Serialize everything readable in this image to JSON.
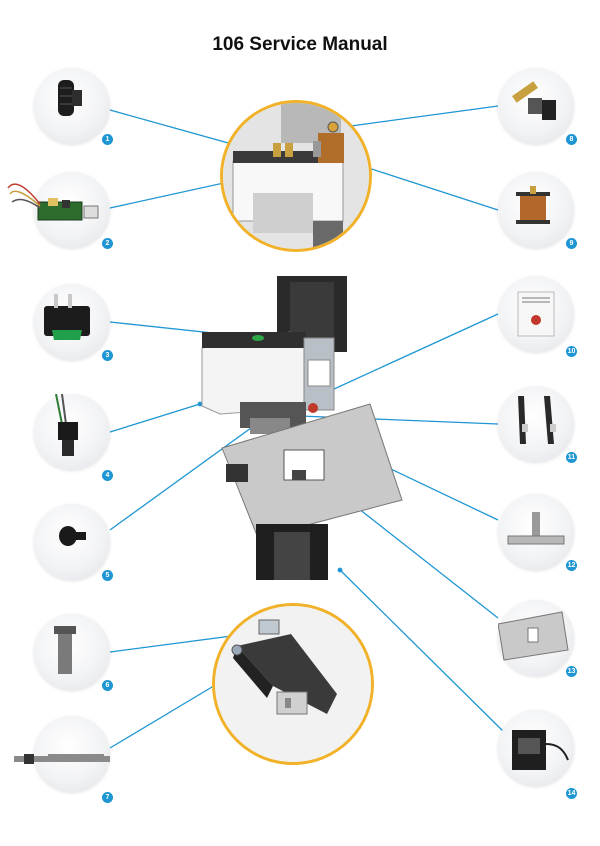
{
  "title": "106 Service Manual",
  "parts": [
    {
      "number": "1",
      "icon": "knob-icon"
    },
    {
      "number": "2",
      "icon": "circuit-board-icon"
    },
    {
      "number": "3",
      "icon": "rocker-switch-icon"
    },
    {
      "number": "4",
      "icon": "power-socket-icon"
    },
    {
      "number": "5",
      "icon": "screw-icon"
    },
    {
      "number": "6",
      "icon": "staple-magazine-spring-icon"
    },
    {
      "number": "7",
      "icon": "staple-pusher-rail-icon"
    },
    {
      "number": "8",
      "icon": "plunger-icon"
    },
    {
      "number": "9",
      "icon": "solenoid-coil-icon"
    },
    {
      "number": "10",
      "icon": "warning-label-icon"
    },
    {
      "number": "11",
      "icon": "side-guide-rails-icon"
    },
    {
      "number": "12",
      "icon": "depth-stop-bracket-icon"
    },
    {
      "number": "13",
      "icon": "base-plate-icon"
    },
    {
      "number": "14",
      "icon": "power-adapter-icon"
    }
  ]
}
